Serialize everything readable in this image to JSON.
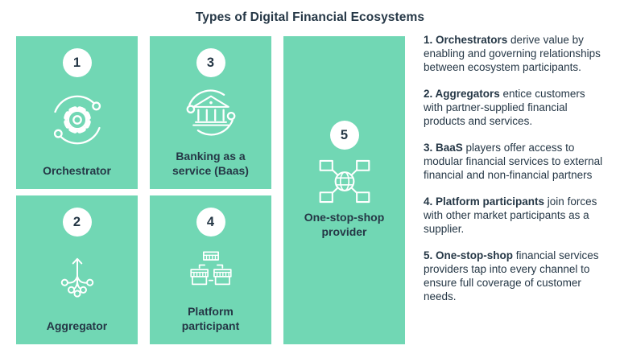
{
  "title": "Types of Digital Financial Ecosystems",
  "theme": {
    "card_bg": "#71D7B4",
    "text_dark": "#253746",
    "icon_stroke": "#FFFFFF",
    "badge_bg": "#FFFFFF"
  },
  "cards": [
    {
      "number": "1",
      "label": "Orchestrator",
      "icon": "gear-cycle-icon"
    },
    {
      "number": "2",
      "label": "Aggregator",
      "icon": "branch-arrow-icon"
    },
    {
      "number": "3",
      "label": "Banking as a service (Baas)",
      "icon": "bank-cycle-icon"
    },
    {
      "number": "4",
      "label": "Platform participant",
      "icon": "storefronts-network-icon"
    },
    {
      "number": "5",
      "label": "One-stop-shop provider",
      "icon": "globe-network-icon"
    }
  ],
  "descriptions": [
    {
      "bold": "1. Orchestrators",
      "rest": " derive value by enabling and governing relationships between ecosystem participants."
    },
    {
      "bold": "2. Aggregators",
      "rest": " entice customers with partner-supplied financial products and services."
    },
    {
      "bold": "3. BaaS",
      "rest": " players offer access to modular financial services to external financial and non-financial partners"
    },
    {
      "bold": "4. Platform participants",
      "rest": " join forces with other market participants as a supplier."
    },
    {
      "bold": "5. One-stop-shop",
      "rest": " financial services providers tap into every channel to ensure full coverage of customer needs."
    }
  ]
}
